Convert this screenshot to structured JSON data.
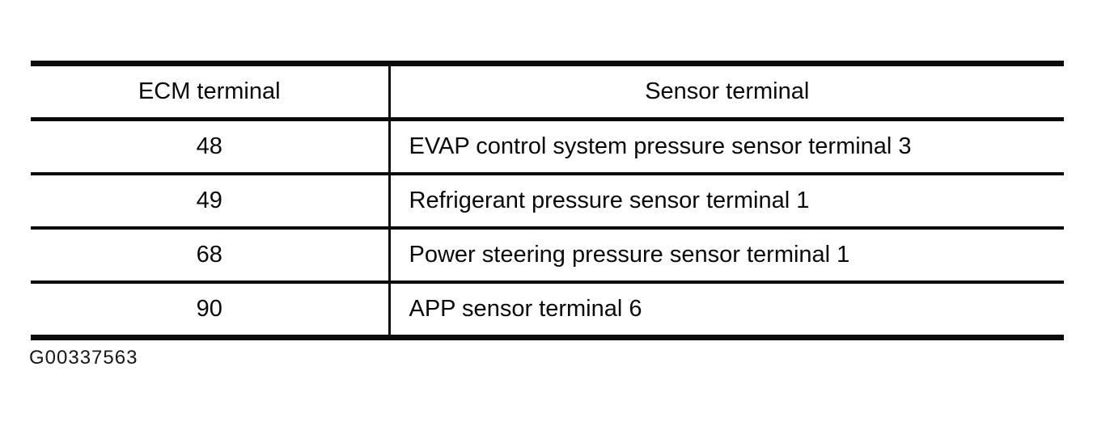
{
  "figure_code": "G00337563",
  "table": {
    "headers": {
      "ecm": "ECM terminal",
      "sensor": "Sensor terminal"
    },
    "rows": [
      {
        "ecm_terminal": "48",
        "sensor_terminal": "EVAP control system pressure sensor terminal 3"
      },
      {
        "ecm_terminal": "49",
        "sensor_terminal": "Refrigerant pressure sensor terminal 1"
      },
      {
        "ecm_terminal": "68",
        "sensor_terminal": "Power steering pressure sensor terminal 1"
      },
      {
        "ecm_terminal": "90",
        "sensor_terminal": "APP sensor terminal 6"
      }
    ]
  }
}
